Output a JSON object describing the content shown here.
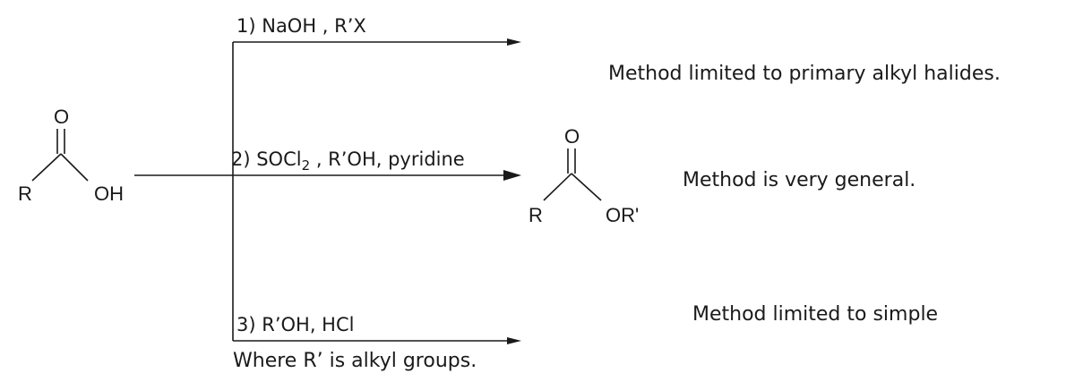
{
  "reactant": {
    "atom_R": "R",
    "atom_O": "O",
    "atom_OH": "OH"
  },
  "product": {
    "atom_R": "R",
    "atom_O": "O",
    "atom_OR": "OR'"
  },
  "routes": [
    {
      "reagent": "1) NaOH , R’X",
      "note": "Method limited to primary alkyl halides."
    },
    {
      "reagent_prefix": "2) SOCl",
      "reagent_sub": "2",
      "reagent_suffix": " , R’OH, pyridine",
      "note": "Method is very general."
    },
    {
      "reagent": "3) R’OH, HCl",
      "note": "Method limited to simple"
    }
  ],
  "footnote": "Where R’ is alkyl groups."
}
